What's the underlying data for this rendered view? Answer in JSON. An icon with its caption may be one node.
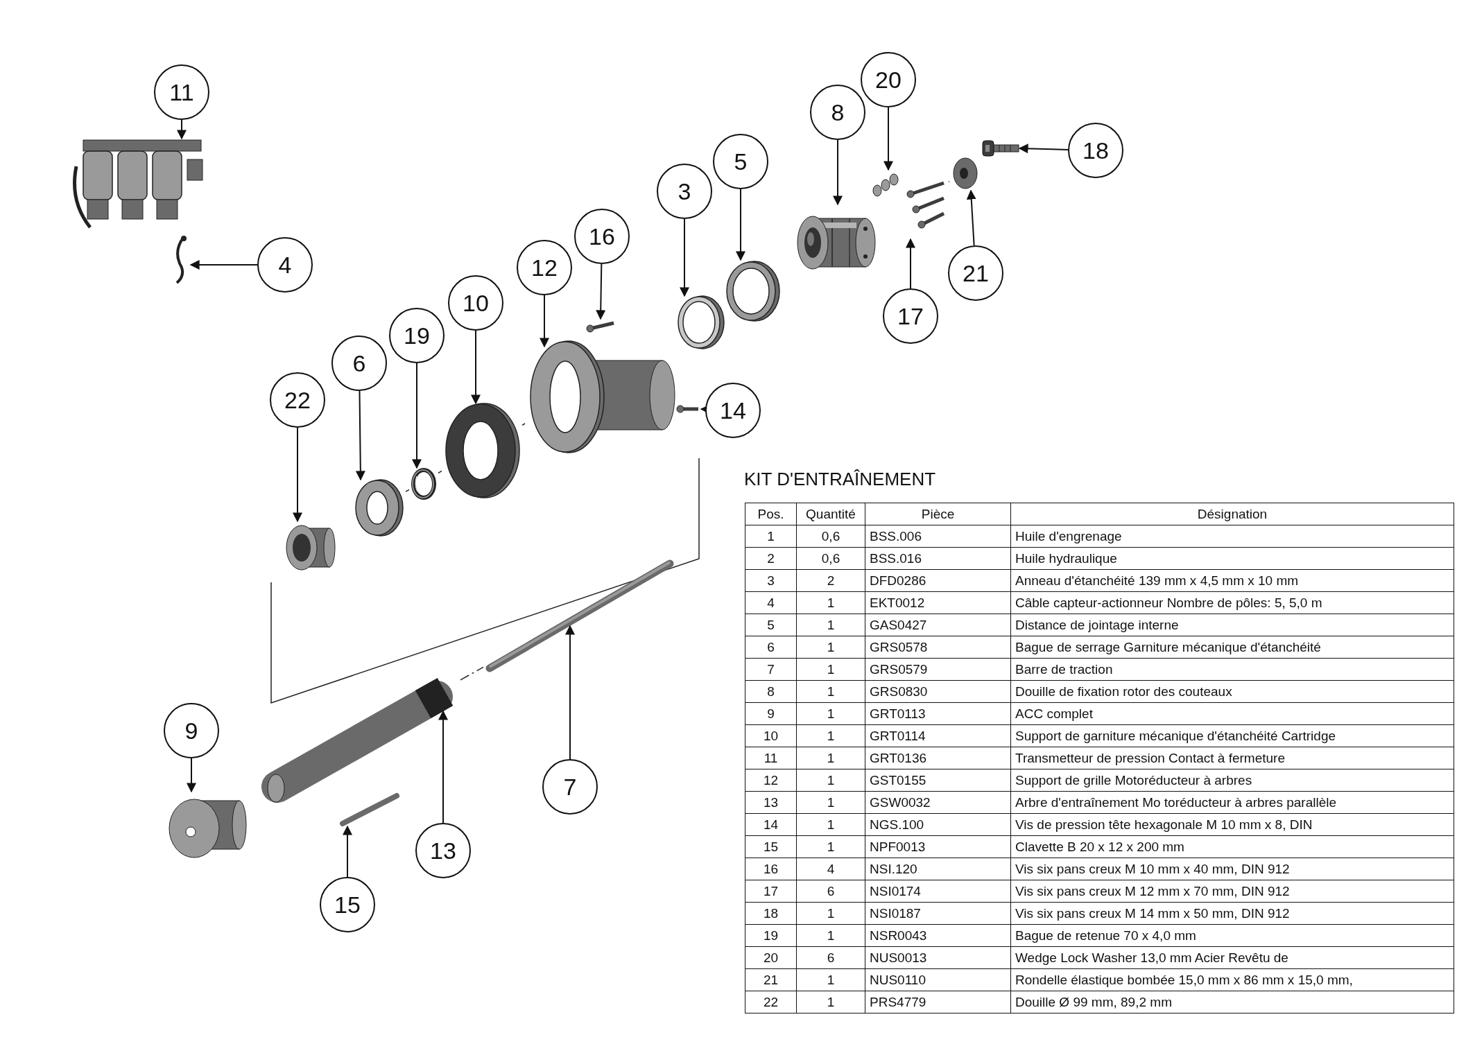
{
  "diagram": {
    "nodes": [
      {
        "text": [
          "11"
        ]
      },
      {
        "text": [],
        "shape": "picture"
      },
      {
        "text": [
          "4"
        ]
      },
      {
        "text": [],
        "shape": "picture"
      },
      {
        "text": [
          "20"
        ]
      },
      {
        "text": [],
        "shape": "picture"
      },
      {
        "text": [
          "8"
        ]
      },
      {
        "text": [],
        "shape": "picture"
      },
      {
        "text": [
          "18"
        ]
      },
      {
        "text": [],
        "shape": "picture"
      },
      {
        "text": [
          "5"
        ]
      },
      {
        "text": [],
        "shape": "picture"
      },
      {
        "text": [
          "3"
        ]
      },
      {
        "text": [],
        "shape": "picture"
      },
      {
        "text": [
          "21"
        ]
      },
      {
        "text": [],
        "shape": "picture"
      },
      {
        "text": [
          "17"
        ]
      },
      {
        "text": [],
        "shape": "picture"
      },
      {
        "text": [
          "16"
        ]
      },
      {
        "text": [],
        "shape": "picture"
      },
      {
        "text": [
          "12"
        ]
      },
      {
        "text": [],
        "shape": "picture"
      },
      {
        "text": [
          "10"
        ]
      },
      {
        "text": [],
        "shape": "picture"
      },
      {
        "text": [
          "19"
        ]
      },
      {
        "text": [],
        "shape": "picture"
      },
      {
        "text": [
          "6"
        ]
      },
      {
        "text": [],
        "shape": "picture"
      },
      {
        "text": [
          "22"
        ]
      },
      {
        "text": [],
        "shape": "picture"
      },
      {
        "text": [
          "14"
        ]
      },
      {
        "text": [],
        "shape": "picture"
      },
      {
        "text": [
          "9"
        ]
      },
      {
        "text": [],
        "shape": "picture"
      },
      {
        "text": [
          "7"
        ]
      },
      {
        "text": [],
        "shape": "picture"
      },
      {
        "text": [
          "13"
        ]
      },
      {
        "text": [],
        "shape": "picture"
      },
      {
        "text": [
          "15"
        ]
      },
      {
        "text": [],
        "shape": "picture"
      }
    ],
    "edges": [
      {
        "from": 0,
        "to": 1,
        "arrow": "to"
      },
      {
        "from": 2,
        "to": 3,
        "arrow": "to"
      },
      {
        "from": 4,
        "to": 5,
        "arrow": "to"
      },
      {
        "from": 6,
        "to": 7,
        "arrow": "to"
      },
      {
        "from": 8,
        "to": 9,
        "arrow": "to"
      },
      {
        "from": 10,
        "to": 11,
        "arrow": "to"
      },
      {
        "from": 12,
        "to": 13,
        "arrow": "to"
      },
      {
        "from": 14,
        "to": 15,
        "arrow": "to"
      },
      {
        "from": 16,
        "to": 17,
        "arrow": "to"
      },
      {
        "from": 18,
        "to": 19,
        "arrow": "to"
      },
      {
        "from": 20,
        "to": 21,
        "arrow": "to"
      },
      {
        "from": 22,
        "to": 23,
        "arrow": "to"
      },
      {
        "from": 24,
        "to": 25,
        "arrow": "to"
      },
      {
        "from": 26,
        "to": 27,
        "arrow": "to"
      },
      {
        "from": 28,
        "to": 29,
        "arrow": "to"
      },
      {
        "from": 30,
        "to": 31,
        "arrow": "to"
      },
      {
        "from": 32,
        "to": 33,
        "arrow": "to"
      },
      {
        "from": 34,
        "to": 35,
        "arrow": "to"
      },
      {
        "from": 36,
        "to": 37,
        "arrow": "to"
      },
      {
        "from": 38,
        "to": 39,
        "arrow": "to"
      }
    ],
    "labels": [
      "KIT D'ENTRAÎNEMENT",
      "Pos.",
      "Quantité",
      "Pièce",
      "Désignation",
      "1",
      "0,6",
      "BSS.006",
      "Huile d'engrenage",
      "2",
      "0,6",
      "BSS.016",
      "Huile hydraulique",
      "3",
      "2",
      "DFD0286",
      "Anneau d'étanchéité 139 mm x 4,5 mm x 10 mm",
      "4",
      "1",
      "EKT0012",
      "Câble capteur-actionneur Nombre de pôles: 5, 5,0 m",
      "5",
      "1",
      "GAS0427",
      "Distance de jointage interne",
      "6",
      "1",
      "GRS0578",
      "Bague de serrage Garniture mécanique d'étanchéité",
      "7",
      "1",
      "GRS0579",
      "Barre de traction",
      "8",
      "1",
      "GRS0830",
      "Douille de fixation rotor des couteaux",
      "9",
      "1",
      "GRT0113",
      "ACC complet",
      "10",
      "1",
      "GRT0114",
      "Support de garniture mécanique d'étanchéité Cartridge",
      "11",
      "1",
      "GRT0136",
      "Transmetteur de pression Contact à fermeture",
      "12",
      "1",
      "GST0155",
      "Support de grille Motoréducteur à arbres",
      "13",
      "1",
      "GSW0032",
      "Arbre d'entraînement Mo toréducteur à arbres parallèle",
      "14",
      "1",
      "NGS.100",
      "Vis de pression tête hexagonale M 10 mm x 8, DIN",
      "15",
      "1",
      "NPF0013",
      "Clavette B 20 x 12 x 200 mm",
      "16",
      "4",
      "NSI.120",
      "Vis six pans creux M 10 mm  x 40 mm, DIN 912",
      "17",
      "6",
      "NSI0174",
      "Vis six pans creux M 12 mm  x 70 mm, DIN 912",
      "18",
      "1",
      "NSI0187",
      "Vis six pans creux M 14 mm  x 50 mm, DIN 912",
      "19",
      "1",
      "NSR0043",
      "Bague de retenue 70 x 4,0 mm",
      "20",
      "6",
      "NUS0013",
      "Wedge Lock Washer 13,0 mm Acier Revêtu de",
      "21",
      "1",
      "NUS0110",
      "Rondelle élastique bombée 15,0 mm x 86 mm x 15,0 mm,",
      "22",
      "1",
      "PRS4779",
      "Douille Ø 99 mm, 89,2 mm"
    ]
  }
}
